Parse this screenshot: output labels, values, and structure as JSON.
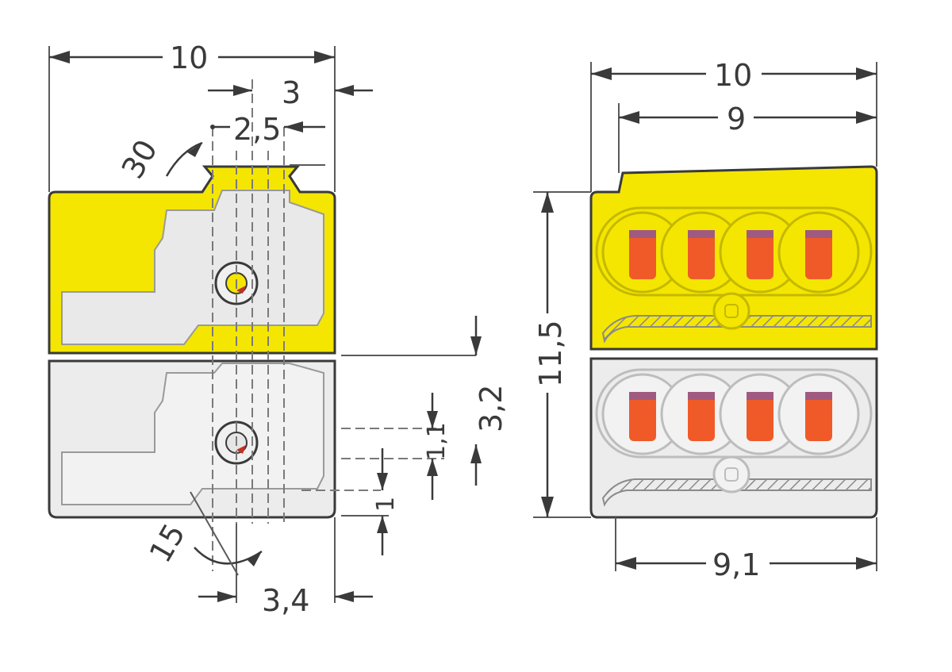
{
  "colors": {
    "yellow": "#f4e600",
    "light_gray": "#e6e6e6",
    "gray_outline": "#3a3a3a",
    "orange": "#f05a28"
  },
  "side_view": {
    "width_label": "10",
    "slot_label": "3",
    "pitch_label": "2,5",
    "angle_top_label": "30",
    "angle_bottom_label": "15",
    "bottom_label": "3,4",
    "height_label": "3,2",
    "small_label": "1,1",
    "small_label_2": "1"
  },
  "front_view": {
    "width_outer_label": "10",
    "width_inner_label": "9",
    "height_label": "11,5",
    "bottom_label": "9,1",
    "ports_per_level": 4
  }
}
